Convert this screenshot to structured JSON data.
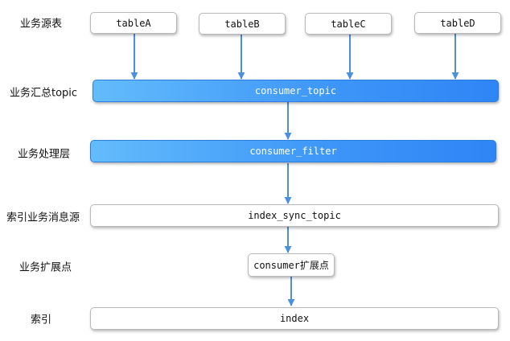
{
  "row_labels": {
    "source_tables": "业务源表",
    "summary_topic": "业务汇总topic",
    "processing_layer": "业务处理层",
    "index_message_source": "索引业务消息源",
    "extension_point": "业务扩展点",
    "index": "索引"
  },
  "nodes": {
    "tableA": "tableA",
    "tableB": "tableB",
    "tableC": "tableC",
    "tableD": "tableD",
    "consumer_topic": "consumer_topic",
    "consumer_filter": "consumer_filter",
    "index_sync_topic": "index_sync_topic",
    "consumer_extension": "consumer扩展点",
    "index": "index"
  },
  "edges": [
    {
      "from": "tableA",
      "to": "consumer_topic"
    },
    {
      "from": "tableB",
      "to": "consumer_topic"
    },
    {
      "from": "tableC",
      "to": "consumer_topic"
    },
    {
      "from": "tableD",
      "to": "consumer_topic"
    },
    {
      "from": "consumer_topic",
      "to": "consumer_filter"
    },
    {
      "from": "consumer_filter",
      "to": "index_sync_topic"
    },
    {
      "from": "index_sync_topic",
      "to": "consumer_extension"
    },
    {
      "from": "consumer_extension",
      "to": "index"
    }
  ],
  "colors": {
    "arrow": "#4a8fe0",
    "highlight_box": "#3d95f8",
    "highlight_text": "#ffffff"
  }
}
